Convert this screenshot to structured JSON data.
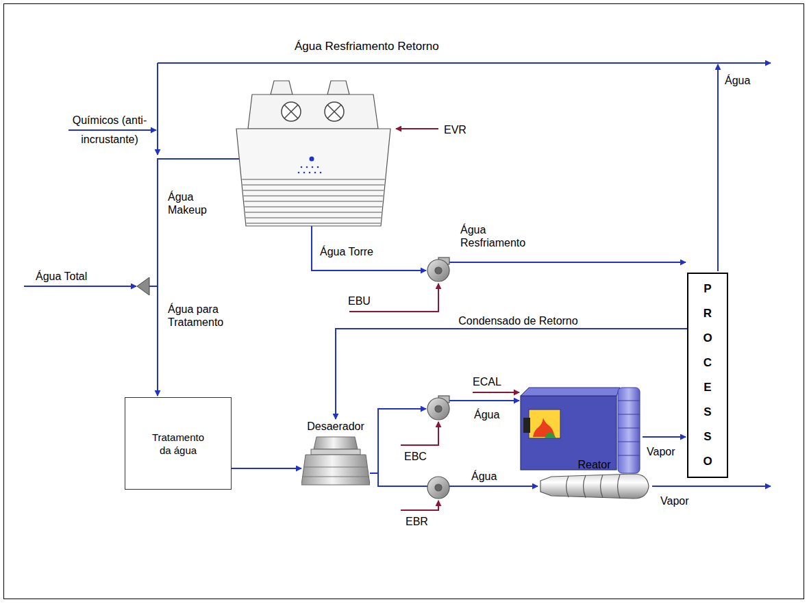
{
  "diagram": {
    "nodes": [
      {
        "text": [
          "Tratamento da água"
        ]
      },
      {
        "text": [
          "Desaerador"
        ]
      },
      {
        "text": [
          "Reator"
        ]
      },
      {
        "text": [
          "PROCESSO"
        ]
      }
    ],
    "edges": [
      {
        "from": 0,
        "to": 1,
        "arrow": "to"
      },
      {
        "from": 3,
        "to": 1,
        "label": "Condensado de Retorno",
        "arrow": "to"
      },
      {
        "from": 1,
        "to": 2,
        "arrow": "to"
      }
    ],
    "labels": [
      "Água Resfriamento Retorno",
      "Água",
      "Químicos (anti-incrustante)",
      "EVR",
      "Água Makeup",
      "Água Total",
      "Água para Tratamento",
      "Água Torre",
      "Água Resfriamento",
      "EBU",
      "ECAL",
      "Água",
      "Vapor",
      "EBC",
      "Água",
      "Vapor",
      "EBR"
    ]
  }
}
